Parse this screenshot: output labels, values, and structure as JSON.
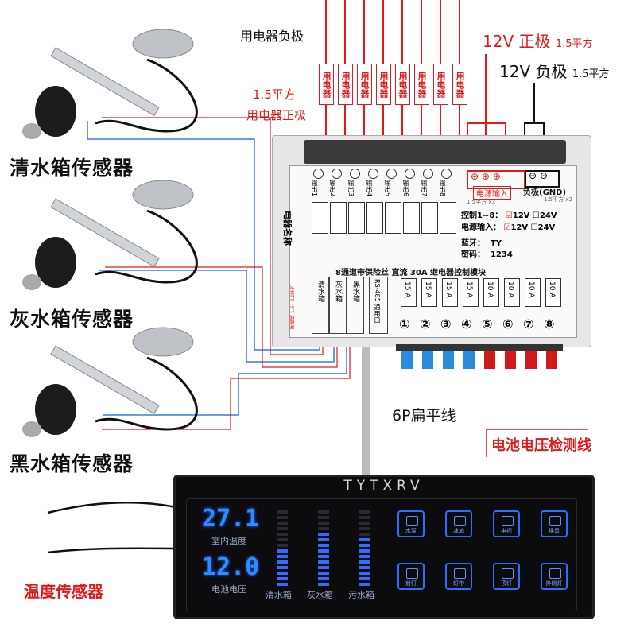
{
  "labels": {
    "load_negative": "用电器负极",
    "pos_12v": "12V 正极",
    "pos_12v_gauge": "1.5平方",
    "neg_12v": "12V 负极",
    "neg_12v_gauge": "1.5平方",
    "load_positive_gauge": "1.5平方",
    "load_positive": "用电器正极",
    "flat_cable": "6P扁平线",
    "battery_voltage_line": "电池电压检测线",
    "temp_sensor": "温度传感器"
  },
  "sensors": [
    "清水箱传感器",
    "灰水箱传感器",
    "黑水箱传感器"
  ],
  "fuse_tags": [
    "用电器",
    "用电器",
    "用电器",
    "用电器",
    "用电器",
    "用电器",
    "用电器",
    "用电器"
  ],
  "module": {
    "outputs": [
      "输出1",
      "输出2",
      "输出3",
      "输出4",
      "输出5",
      "输出6",
      "输出7",
      "输出8"
    ],
    "power_input": "电源输入",
    "power_input_gauge": "1.5平方 x3",
    "gnd": "负极(GND)",
    "gnd_gauge": "1.5平方 x2",
    "name_label": "电器名称",
    "control_row": "控制1~8：",
    "power_row": "电源输入：",
    "opt_12v": "12V",
    "opt_24v": "24V",
    "bt_label": "蓝牙：",
    "bt_value": "TY",
    "pwd_label": "密码：",
    "pwd_value": "1234",
    "title": "8通道带保险丝 直流 30A 继电器控制模块",
    "fuses": [
      "15 A",
      "15 A",
      "15 A",
      "15 A",
      "10 A",
      "10 A",
      "10 A",
      "10 A"
    ],
    "channel_numbers": [
      "①",
      "②",
      "③",
      "④",
      "⑤",
      "⑥",
      "⑦",
      "⑧"
    ],
    "tank_ports": [
      "清水箱",
      "灰水箱",
      "黑水箱"
    ],
    "rs485": "RS-485 通用口",
    "sensor_gauge": "屏蔽线 1.5~2.0平方"
  },
  "panel": {
    "brand": "TYTXRV",
    "temp_value": "27.1",
    "temp_label": "室内温度",
    "volt_value": "12.0",
    "volt_label": "电池电压",
    "tanks": [
      "清水箱",
      "灰水箱",
      "污水箱"
    ],
    "tank_levels": [
      0.45,
      0.65,
      0.6
    ],
    "buttons": [
      "水泵",
      "冰箱",
      "电视",
      "换风",
      "射灯",
      "灯带",
      "顶灯",
      "外侧灯"
    ]
  },
  "colors": {
    "red_wire": "#e01a1a",
    "blue_wire": "#3a78e0",
    "panel_blue": "#2f8bff"
  }
}
